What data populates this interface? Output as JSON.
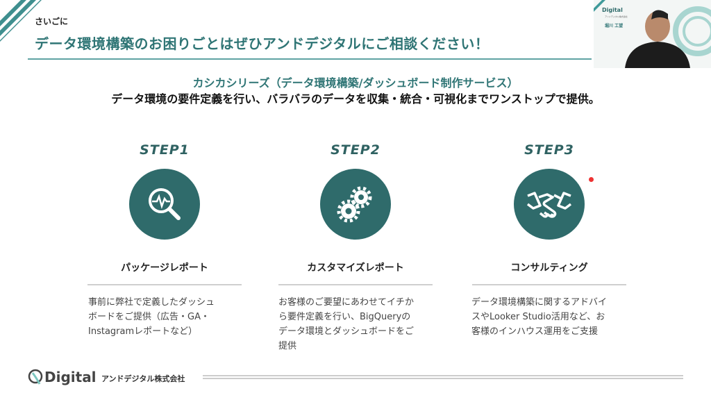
{
  "header": {
    "kicker": "さいごに",
    "title": "データ環境構築のお困りごとはぜひアンドデジタルにご相談ください！"
  },
  "webcam": {
    "logo": "Digital",
    "company": "アンドデジタル株式会社",
    "name": "堀川 工望"
  },
  "intro": {
    "line1": "カシカシリーズ（データ環境構築/ダッシュボード制作サービス）",
    "line2": "データ環境の要件定義を行い、バラバラのデータを収集・統合・可視化までワンストップで提供。"
  },
  "steps": [
    {
      "label": "STEP1",
      "icon": "magnifier-pulse-icon",
      "name": "パッケージレポート",
      "desc": [
        "事前に弊社で定義したダッシュ",
        "ボードをご提供（広告・GA・",
        "Instagramレポートなど）"
      ]
    },
    {
      "label": "STEP2",
      "icon": "gears-icon",
      "name": "カスタマイズレポート",
      "desc": [
        "お客様のご要望にあわせてイチか",
        "ら要件定義を行い、BigQueryの",
        "データ環境とダッシュボードをご",
        "提供"
      ]
    },
    {
      "label": "STEP3",
      "icon": "handshake-icon",
      "name": "コンサルティング",
      "desc": [
        "データ環境構築に関するアドバイ",
        "スやLooker Studio活用など、お",
        "客様のインハウス運用をご支援"
      ]
    }
  ],
  "footer": {
    "logo": "Digital",
    "company": "アンドデジタル株式会社"
  },
  "colors": {
    "teal": "#2f6b6b",
    "title": "#2f7575"
  }
}
